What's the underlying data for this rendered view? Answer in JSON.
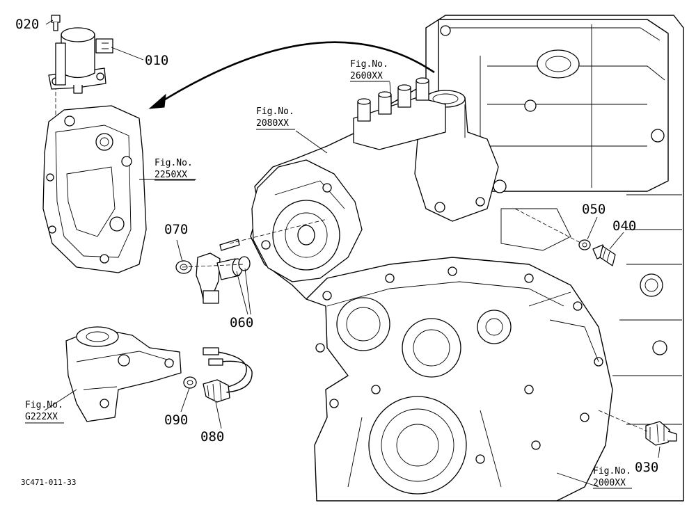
{
  "parts": [
    {
      "id": "p010",
      "label": "010"
    },
    {
      "id": "p020",
      "label": "020"
    },
    {
      "id": "p030",
      "label": "030"
    },
    {
      "id": "p040",
      "label": "040"
    },
    {
      "id": "p050",
      "label": "050"
    },
    {
      "id": "p060",
      "label": "060"
    },
    {
      "id": "p070",
      "label": "070"
    },
    {
      "id": "p080",
      "label": "080"
    },
    {
      "id": "p090",
      "label": "090"
    }
  ],
  "figure_refs": [
    {
      "id": "fig2250",
      "line1": "Fig.No.",
      "line2": "2250XX"
    },
    {
      "id": "fig2600",
      "line1": "Fig.No.",
      "line2": "2600XX"
    },
    {
      "id": "fig2080",
      "line1": "Fig.No.",
      "line2": "2080XX"
    },
    {
      "id": "figG222",
      "line1": "Fig.No.",
      "line2": "G222XX"
    },
    {
      "id": "fig2000",
      "line1": "Fig.No.",
      "line2": "2000XX"
    }
  ],
  "drawing_code": "3C471-011-33"
}
